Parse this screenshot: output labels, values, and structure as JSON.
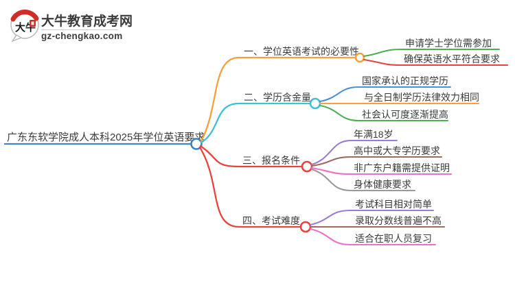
{
  "logo": {
    "site_name": "大牛教育成考网",
    "site_url": "gz-chengkao.com",
    "icon_label": "大牛",
    "brand_color": "#1e7c3d",
    "url_color": "#2c8a4b",
    "seal_color": "#cf2e26",
    "divider_color": "#cccccc"
  },
  "mindmap": {
    "root": {
      "label": "广东东软学院成人本科2025年学位英语要求",
      "color": "#3c82c8"
    },
    "branches": [
      {
        "label": "一、学位英语考试的必要性",
        "color": "#f7a03c",
        "children": [
          {
            "label": "申请学士学位需参加",
            "color": "#4caf50"
          },
          {
            "label": "确保英语水平符合要求",
            "color": "#e8433c"
          }
        ]
      },
      {
        "label": "二、学历含金量",
        "color": "#3ec0d8",
        "children": [
          {
            "label": "国家承认的正规学历",
            "color": "#4a90d9"
          },
          {
            "label": "与全日制学历法律效力相同",
            "color": "#f7a03c"
          },
          {
            "label": "社会认可度逐渐提高",
            "color": "#4caf50"
          }
        ]
      },
      {
        "label": "三、报名条件",
        "color": "#e8433c",
        "children": [
          {
            "label": "年满18岁",
            "color": "#9b7cd4"
          },
          {
            "label": "高中或大专学历要求",
            "color": "#9c6b5e"
          },
          {
            "label": "非广东户籍需提供证明",
            "color": "#ee6fc8"
          },
          {
            "label": "身体健康要求",
            "color": "#999999"
          }
        ]
      },
      {
        "label": "四、考试难度",
        "color": "#e8433c",
        "children": [
          {
            "label": "考试科目相对简单",
            "color": "#9b7cd4"
          },
          {
            "label": "录取分数线普遍不高",
            "color": "#9c6b5e"
          },
          {
            "label": "适合在职人员复习",
            "color": "#ee6fc8"
          }
        ]
      }
    ]
  }
}
